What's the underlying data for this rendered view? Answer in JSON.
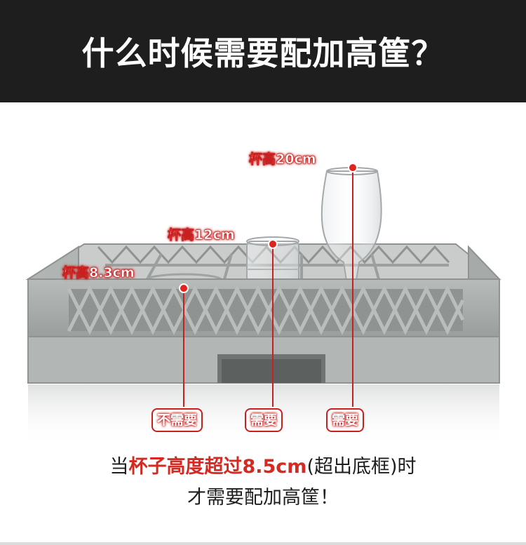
{
  "header": {
    "title": "什么时候需要配加高筐？"
  },
  "labels": {
    "cup_20": "杯高20cm",
    "cup_12": "杯高12cm",
    "cup_8": "杯高8.3cm"
  },
  "badges": {
    "not_needed": "不需要",
    "needed_1": "需要",
    "needed_2": "需要"
  },
  "note": {
    "prefix": "当",
    "highlight": "杯子高度超过8.5cm",
    "paren": "(超出底框)时",
    "line2": "才需要配加高筐！"
  },
  "colors": {
    "header_bg": "#1e1e1e",
    "accent_red": "#c8201f",
    "rack_gray": "#a9adab"
  }
}
